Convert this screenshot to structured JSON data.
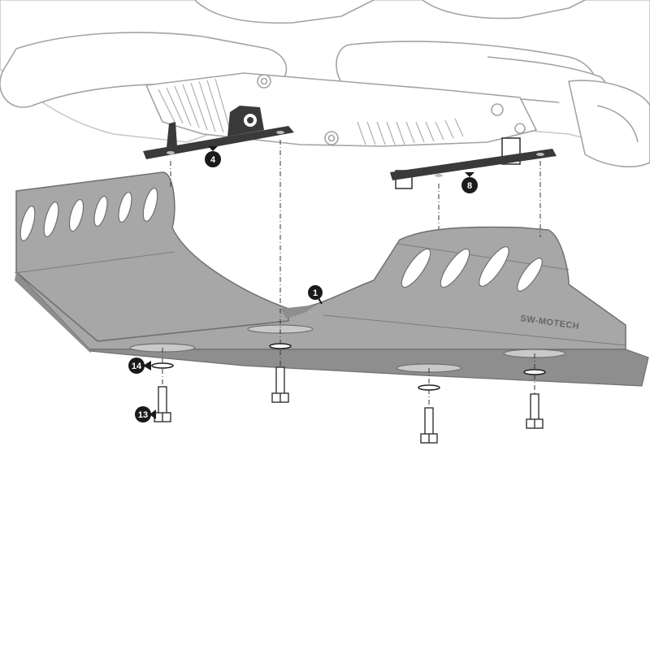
{
  "brand_mark": "SW-MOTECH",
  "callouts": {
    "skid_plate": "1",
    "left_bracket": "4",
    "right_bracket": "8",
    "bolt": "13",
    "washer": "14"
  },
  "colors": {
    "plate_fill": "#a7a7a7",
    "plate_side": "#8e8e8e",
    "bracket": "#3a3a3a",
    "callout_bg": "#1a1a1a",
    "engine_line": "#9a9a9a"
  }
}
